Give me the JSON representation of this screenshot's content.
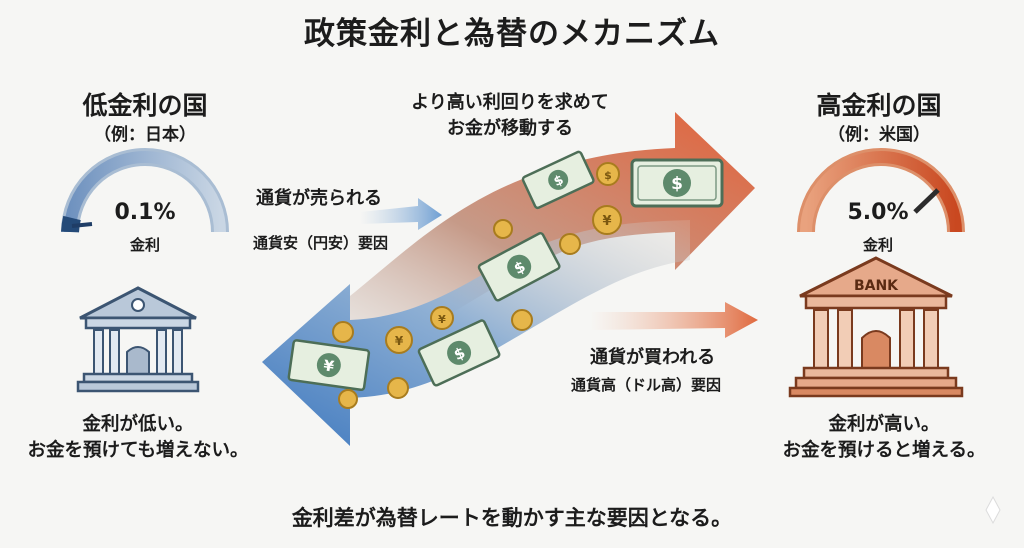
{
  "title": "政策金利と為替のメカニズム",
  "left": {
    "heading": "低金利の国",
    "example": "（例：日本）",
    "rate": "0.1%",
    "rate_label": "金利",
    "desc_line1": "金利が低い。",
    "desc_line2": "お金を預けても増えない。"
  },
  "right": {
    "heading": "高金利の国",
    "example": "（例：米国）",
    "rate": "5.0%",
    "rate_label": "金利",
    "bank_sign": "BANK",
    "desc_line1": "金利が高い。",
    "desc_line2": "お金を預けると増える。"
  },
  "flow": {
    "top_line1": "より高い利回りを求めて",
    "top_line2": "お金が移動する",
    "sold": "通貨が売られる",
    "sold_sub": "通貨安（円安）要因",
    "bought": "通貨が買われる",
    "bought_sub": "通貨高（ドル高）要因"
  },
  "symbols": {
    "dollar": "$",
    "yen": "¥"
  },
  "colors": {
    "low_accent": "#4a78b0",
    "high_accent": "#d95b33",
    "gauge_track": "#9fb4cc"
  },
  "footer": "金利差が為替レートを動かす主な要因となる。"
}
